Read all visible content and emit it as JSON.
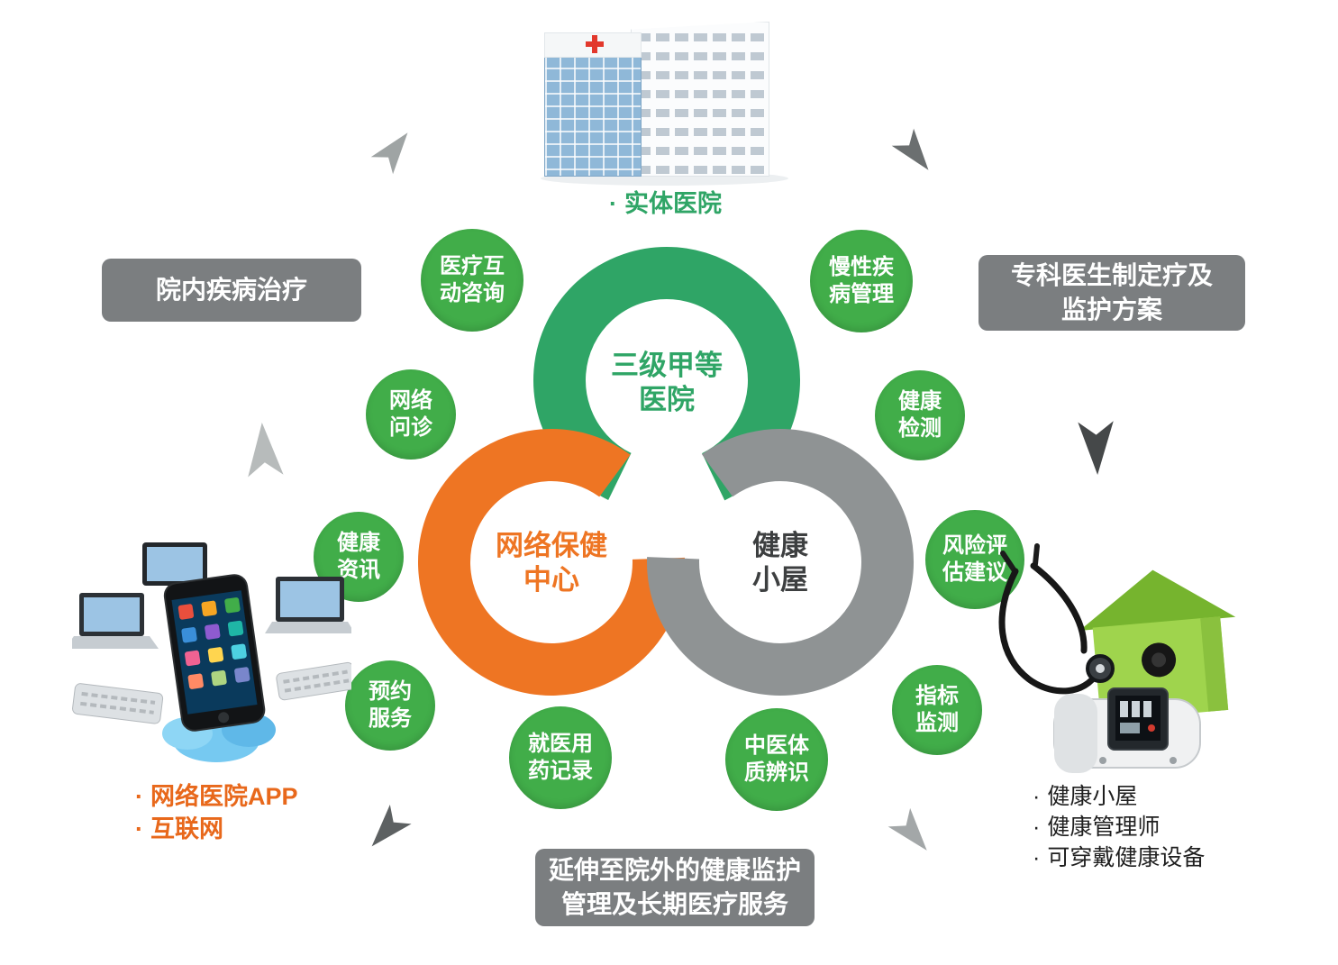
{
  "colors": {
    "ring_green": "#2fa566",
    "ring_orange": "#ee7523",
    "ring_gray": "#8f9394",
    "badge_green": "#41ad49",
    "box_gray": "#7b7e80",
    "caption_green": "#2fa566",
    "caption_orange": "#e8681b",
    "caption_dark": "#1f1f1f"
  },
  "rings": {
    "grade_a_hospital": {
      "line1": "三级甲等",
      "line2": "医院"
    },
    "network_health_center": {
      "line1": "网络保健",
      "line2": "中心"
    },
    "health_hut": {
      "line1": "健康",
      "line2": "小屋"
    }
  },
  "badges": [
    {
      "name": "medical-interactive-consult",
      "line1": "医疗互",
      "line2": "动咨询"
    },
    {
      "name": "chronic-disease-management",
      "line1": "慢性疾",
      "line2": "病管理"
    },
    {
      "name": "online-consultation",
      "line1": "网络",
      "line2": "问诊"
    },
    {
      "name": "health-testing",
      "line1": "健康",
      "line2": "检测"
    },
    {
      "name": "health-information",
      "line1": "健康",
      "line2": "资讯"
    },
    {
      "name": "risk-assessment-advice",
      "line1": "风险评",
      "line2": "估建议"
    },
    {
      "name": "appointment-service",
      "line1": "预约",
      "line2": "服务"
    },
    {
      "name": "indicator-monitoring",
      "line1": "指标",
      "line2": "监测"
    },
    {
      "name": "medical-medication-records",
      "line1": "就医用",
      "line2": "药记录"
    },
    {
      "name": "tcm-constitution-identification",
      "line1": "中医体",
      "line2": "质辨识"
    }
  ],
  "info_boxes": {
    "in_hospital_treatment": {
      "line1": "院内疾病治疗"
    },
    "specialist_plan": {
      "line1": "专科医生制定疗及",
      "line2": "监护方案"
    },
    "extended_care": {
      "line1": "延伸至院外的健康监护",
      "line2": "管理及长期医疗服务"
    }
  },
  "captions": {
    "bullet": "·",
    "physical_hospital": "实体医院",
    "left_list": [
      "网络医院APP",
      "互联网"
    ],
    "right_list": [
      "健康小屋",
      "健康管理师",
      "可穿戴健康设备"
    ]
  },
  "icons": [
    "hospital-building-icon",
    "devices-cloud-icon",
    "health-house-icon",
    "stethoscope-icon",
    "wrist-bp-monitor-icon",
    "flow-arrow-icon"
  ]
}
